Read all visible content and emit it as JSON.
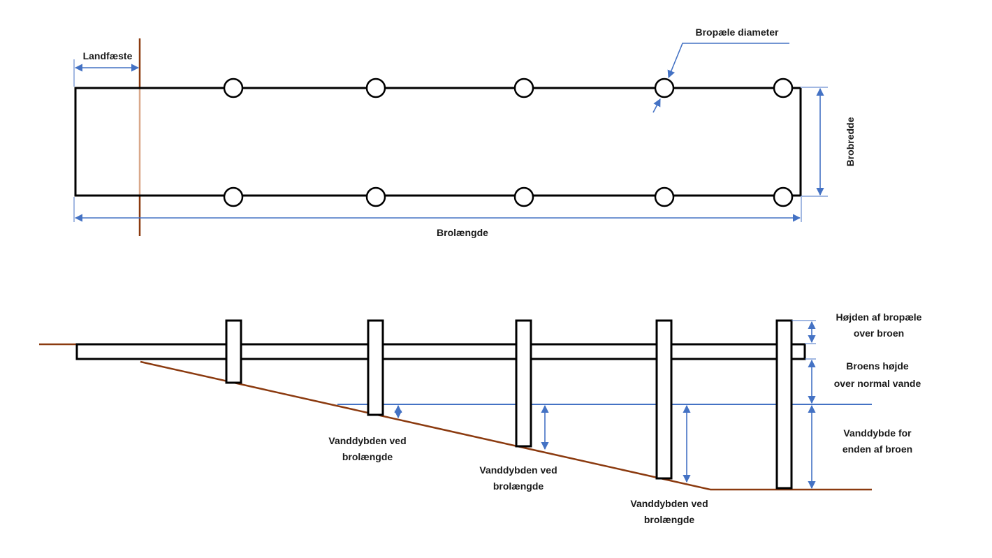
{
  "diagram": {
    "title": "Bridge dimension diagram",
    "plan_view": {
      "labels": {
        "landfaeste": "Landfæste",
        "bropaele_diameter": "Bropæle diameter",
        "brobredde": "Brobredde",
        "brolaengde": "Brolængde"
      },
      "pile_rows": 2,
      "piles_per_row": 5
    },
    "elevation_view": {
      "labels": {
        "hojden_af_bropaele_line1": "Højden af bropæle",
        "hojden_af_bropaele_line2": "over broen",
        "broens_hojde_line1": "Broens højde",
        "broens_hojde_line2": "over normal vande",
        "vanddybde_enden_line1": "Vanddybde for",
        "vanddybde_enden_line2": "enden af broen",
        "vanddybden_ved_line1": "Vanddybden ved",
        "vanddybden_ved_line2": "brolængde"
      },
      "piles": 5,
      "depth_markers": 3
    },
    "colors": {
      "structure": "#000000",
      "dimension": "#4472c4",
      "ground": "#8b3a0f",
      "land_line_light": "#d9a88a"
    }
  }
}
